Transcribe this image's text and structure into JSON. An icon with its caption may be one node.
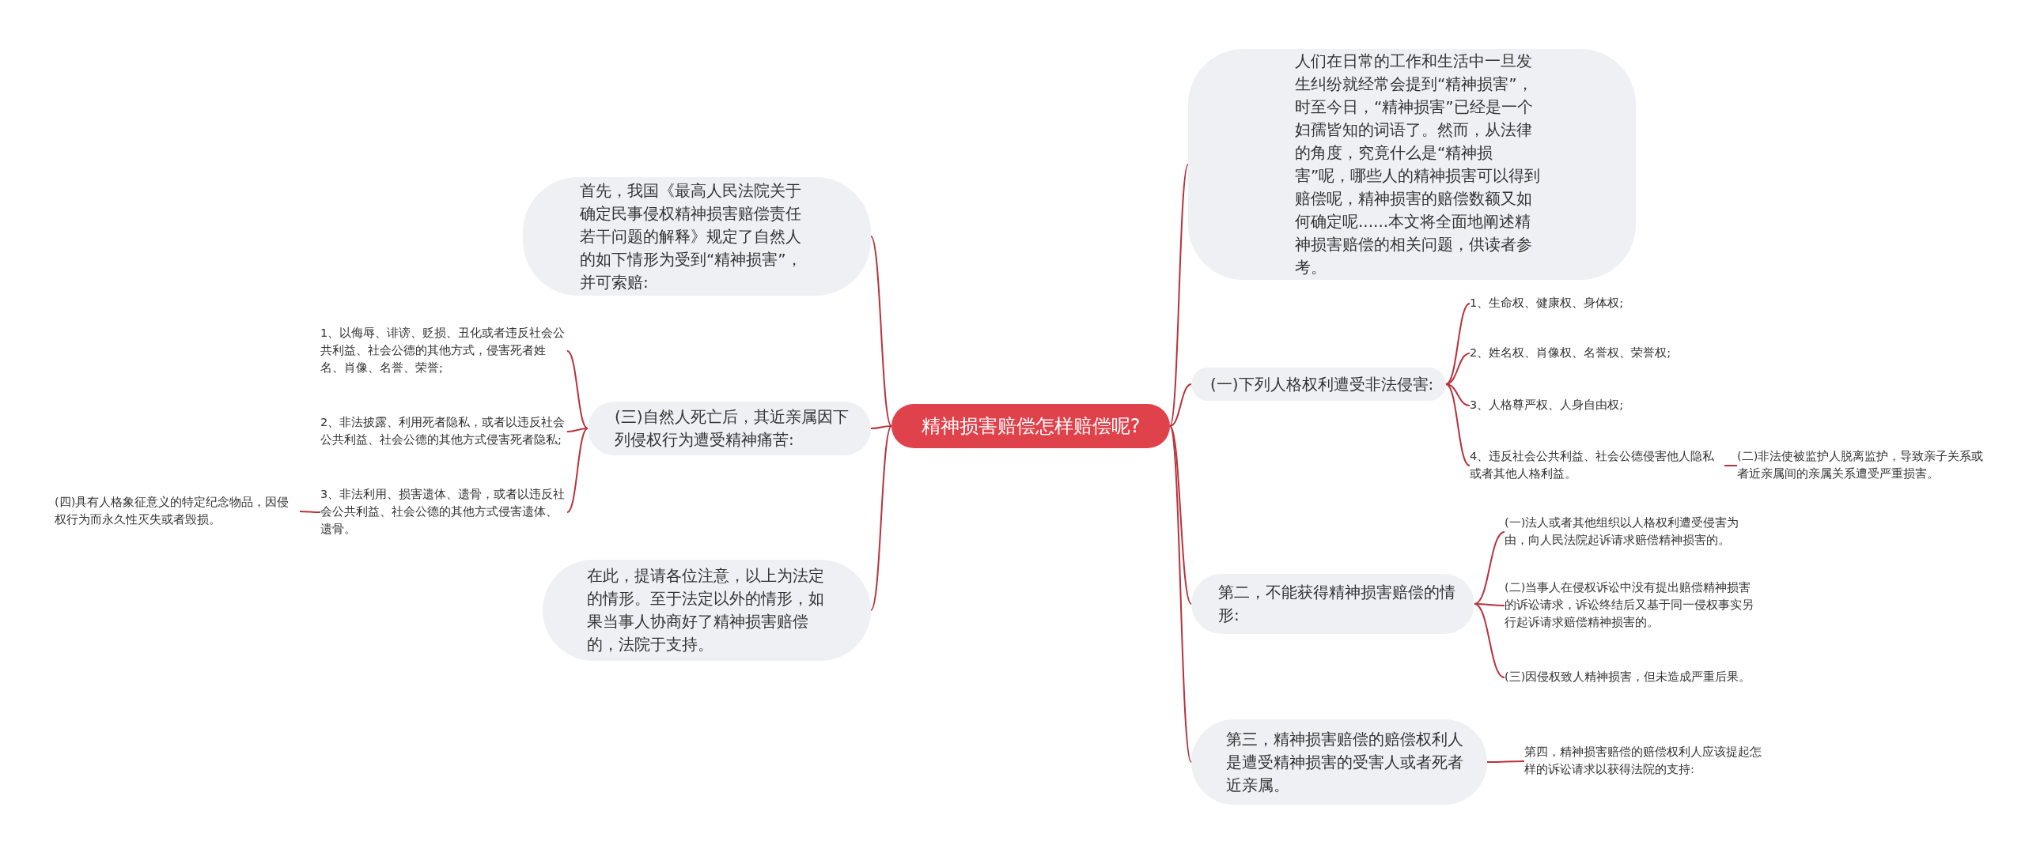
{
  "diagram": {
    "nodes": [
      {
        "text": [
          "精神损害赔偿怎样赔偿呢?"
        ]
      },
      {
        "text": [
          "人们在日常的工作和生活中一旦发生纠纷就经常会提到“精神损害”，时至今日，“精神损害”已经是一个妇孺皆知的词语了。然而，从法律的角度，究竟什么是“精神损害”呢，哪些人的精神损害可以得到赔偿呢，精神损害的赔偿数额又如何确定呢......本文将全面地阐述精神损害赔偿的相关问题，供读者参考。"
        ]
      },
      {
        "text": [
          "(一)下列人格权利遭受非法侵害:"
        ]
      },
      {
        "text": [
          "1、生命权、健康权、身体权;"
        ]
      },
      {
        "text": [
          "2、姓名权、肖像权、名誉权、荣誉权;"
        ]
      },
      {
        "text": [
          "3、人格尊严权、人身自由权;"
        ]
      },
      {
        "text": [
          "4、违反社会公共利益、社会公德侵害他人隐私或者其他人格利益。"
        ]
      },
      {
        "text": [
          "(二)非法使被监护人脱离监护，导致亲子关系或者近亲属间的亲属关系遭受严重损害。"
        ]
      },
      {
        "text": [
          "第二，不能获得精神损害赔偿的情形:"
        ]
      },
      {
        "text": [
          "(一)法人或者其他组织以人格权利遭受侵害为由，向人民法院起诉请求赔偿精神损害的。"
        ]
      },
      {
        "text": [
          "(二)当事人在侵权诉讼中没有提出赔偿精神损害的诉讼请求，诉讼终结后又基于同一侵权事实另行起诉请求赔偿精神损害的。"
        ]
      },
      {
        "text": [
          "(三)因侵权致人精神损害，但未造成严重后果。"
        ]
      },
      {
        "text": [
          "第三，精神损害赔偿的赔偿权利人是遭受精神损害的受害人或者死者近亲属。"
        ]
      },
      {
        "text": [
          "第四，精神损害赔偿的赔偿权利人应该提起怎样的诉讼请求以获得法院的支持:"
        ]
      },
      {
        "text": [
          "首先，我国《最高人民法院关于确定民事侵权精神损害赔偿责任若干问题的解释》规定了自然人的如下情形为受到“精神损害”，并可索赔:"
        ]
      },
      {
        "text": [
          "(三)自然人死亡后，其近亲属因下列侵权行为遭受精神痛苦:"
        ]
      },
      {
        "text": [
          "1、以侮辱、诽谤、贬损、丑化或者违反社会公共利益、社会公德的其他方式，侵害死者姓名、肖像、名誉、荣誉;"
        ]
      },
      {
        "text": [
          "2、非法披露、利用死者隐私，或者以违反社会公共利益、社会公德的其他方式侵害死者隐私;"
        ]
      },
      {
        "text": [
          "3、非法利用、损害遗体、遗骨，或者以违反社会公共利益、社会公德的其他方式侵害遗体、遗骨。"
        ]
      },
      {
        "text": [
          "(四)具有人格象征意义的特定纪念物品，因侵权行为而永久性灭失或者毁损。"
        ]
      },
      {
        "text": [
          "在此，提请各位注意，以上为法定的情形。至于法定以外的情形，如果当事人协商好了精神损害赔偿的，法院于支持。"
        ]
      }
    ],
    "edges": [
      {
        "from": 0,
        "to": 1,
        "arrow": "none"
      },
      {
        "from": 0,
        "to": 2,
        "arrow": "none"
      },
      {
        "from": 2,
        "to": 3,
        "arrow": "none"
      },
      {
        "from": 2,
        "to": 4,
        "arrow": "none"
      },
      {
        "from": 2,
        "to": 5,
        "arrow": "none"
      },
      {
        "from": 2,
        "to": 6,
        "arrow": "none"
      },
      {
        "from": 6,
        "to": 7,
        "arrow": "none"
      },
      {
        "from": 0,
        "to": 8,
        "arrow": "none"
      },
      {
        "from": 8,
        "to": 9,
        "arrow": "none"
      },
      {
        "from": 8,
        "to": 10,
        "arrow": "none"
      },
      {
        "from": 8,
        "to": 11,
        "arrow": "none"
      },
      {
        "from": 0,
        "to": 12,
        "arrow": "none"
      },
      {
        "from": 12,
        "to": 13,
        "arrow": "none"
      },
      {
        "from": 0,
        "to": 14,
        "arrow": "none"
      },
      {
        "from": 0,
        "to": 15,
        "arrow": "none"
      },
      {
        "from": 15,
        "to": 16,
        "arrow": "none"
      },
      {
        "from": 15,
        "to": 17,
        "arrow": "none"
      },
      {
        "from": 15,
        "to": 18,
        "arrow": "none"
      },
      {
        "from": 18,
        "to": 19,
        "arrow": "none"
      },
      {
        "from": 0,
        "to": 20,
        "arrow": "none"
      }
    ]
  }
}
